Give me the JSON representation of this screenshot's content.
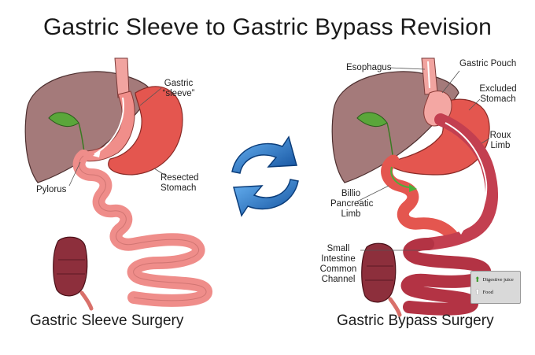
{
  "title": "Gastric Sleeve to Gastric Bypass Revision",
  "left_panel": {
    "caption": "Gastric Sleeve Surgery",
    "labels": {
      "gastric_sleeve": "Gastric “sleeve”",
      "resected_stomach": "Resected Stomach",
      "pylorus": "Pylorus"
    }
  },
  "right_panel": {
    "caption": "Gastric Bypass Surgery",
    "labels": {
      "esophagus": "Esophagus",
      "gastric_pouch": "Gastric Pouch",
      "excluded_stomach": "Excluded Stomach",
      "roux_limb": "Roux Limb",
      "biliopancreatic_limb": "Billio Pancreatic Limb",
      "common_channel": "Small Intestine Common Channel"
    },
    "legend": {
      "digestive_juice": "Digestive juice",
      "food": "Food"
    }
  },
  "colors": {
    "liver": "#a47a7a",
    "gallbladder": "#5aa63a",
    "stomach": "#e4564f",
    "intestine": "#ef8d8a",
    "bypass_intestine": "#c33f50",
    "colon": "#8d2f3c",
    "swap_icon": "#1d6fc4"
  },
  "icon": "refresh-swap-icon"
}
